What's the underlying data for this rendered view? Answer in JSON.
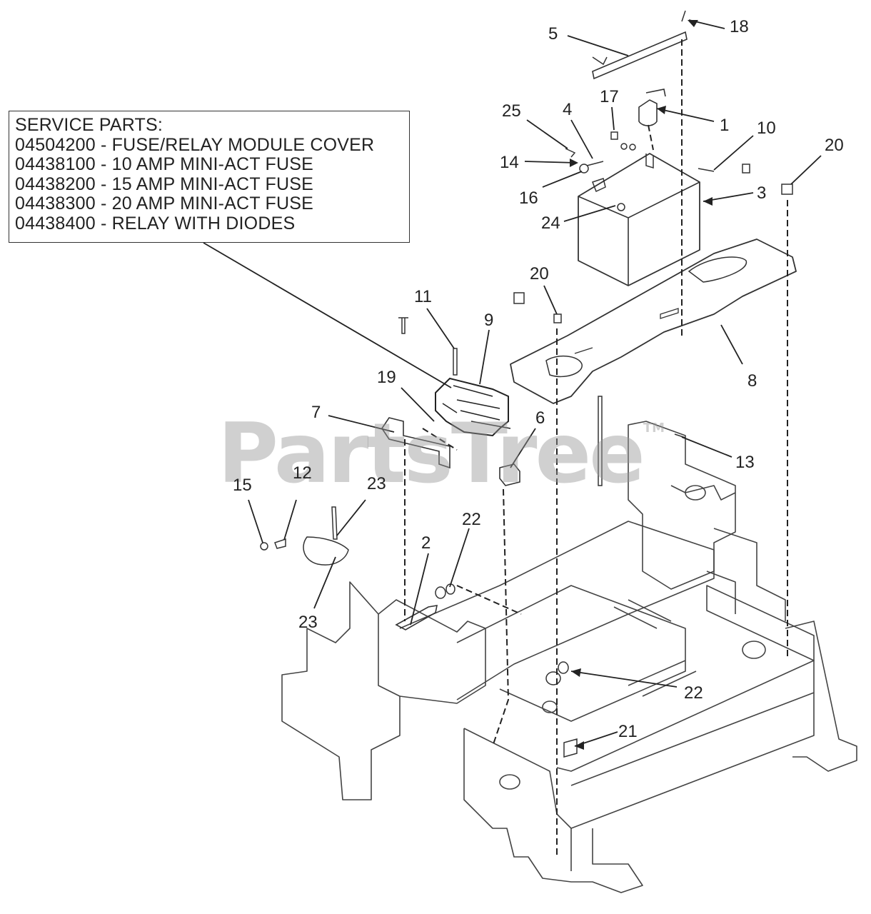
{
  "service_parts": {
    "heading": "SERVICE PARTS:",
    "lines": [
      "04504200 - FUSE/RELAY MODULE COVER",
      "04438100 - 10 AMP MINI-ACT FUSE",
      "04438200 - 15 AMP MINI-ACT FUSE",
      "04438300 - 20 AMP MINI-ACT FUSE",
      "04438400 - RELAY WITH DIODES"
    ]
  },
  "watermark": {
    "text": "PartsTree",
    "mark": "TM"
  },
  "callouts": {
    "c1": "1",
    "c2": "2",
    "c3": "3",
    "c4": "4",
    "c5": "5",
    "c6": "6",
    "c7": "7",
    "c8": "8",
    "c9": "9",
    "c10": "10",
    "c11": "11",
    "c12": "12",
    "c13": "13",
    "c14": "14",
    "c15": "15",
    "c16": "16",
    "c17": "17",
    "c18": "18",
    "c19": "19",
    "c20a": "20",
    "c20b": "20",
    "c21": "21",
    "c22a": "22",
    "c22b": "22",
    "c23a": "23",
    "c23b": "23",
    "c24": "24",
    "c25": "25"
  },
  "colors": {
    "line": "#333333",
    "callout_text": "#222222",
    "watermark": "#9a9a9a"
  }
}
